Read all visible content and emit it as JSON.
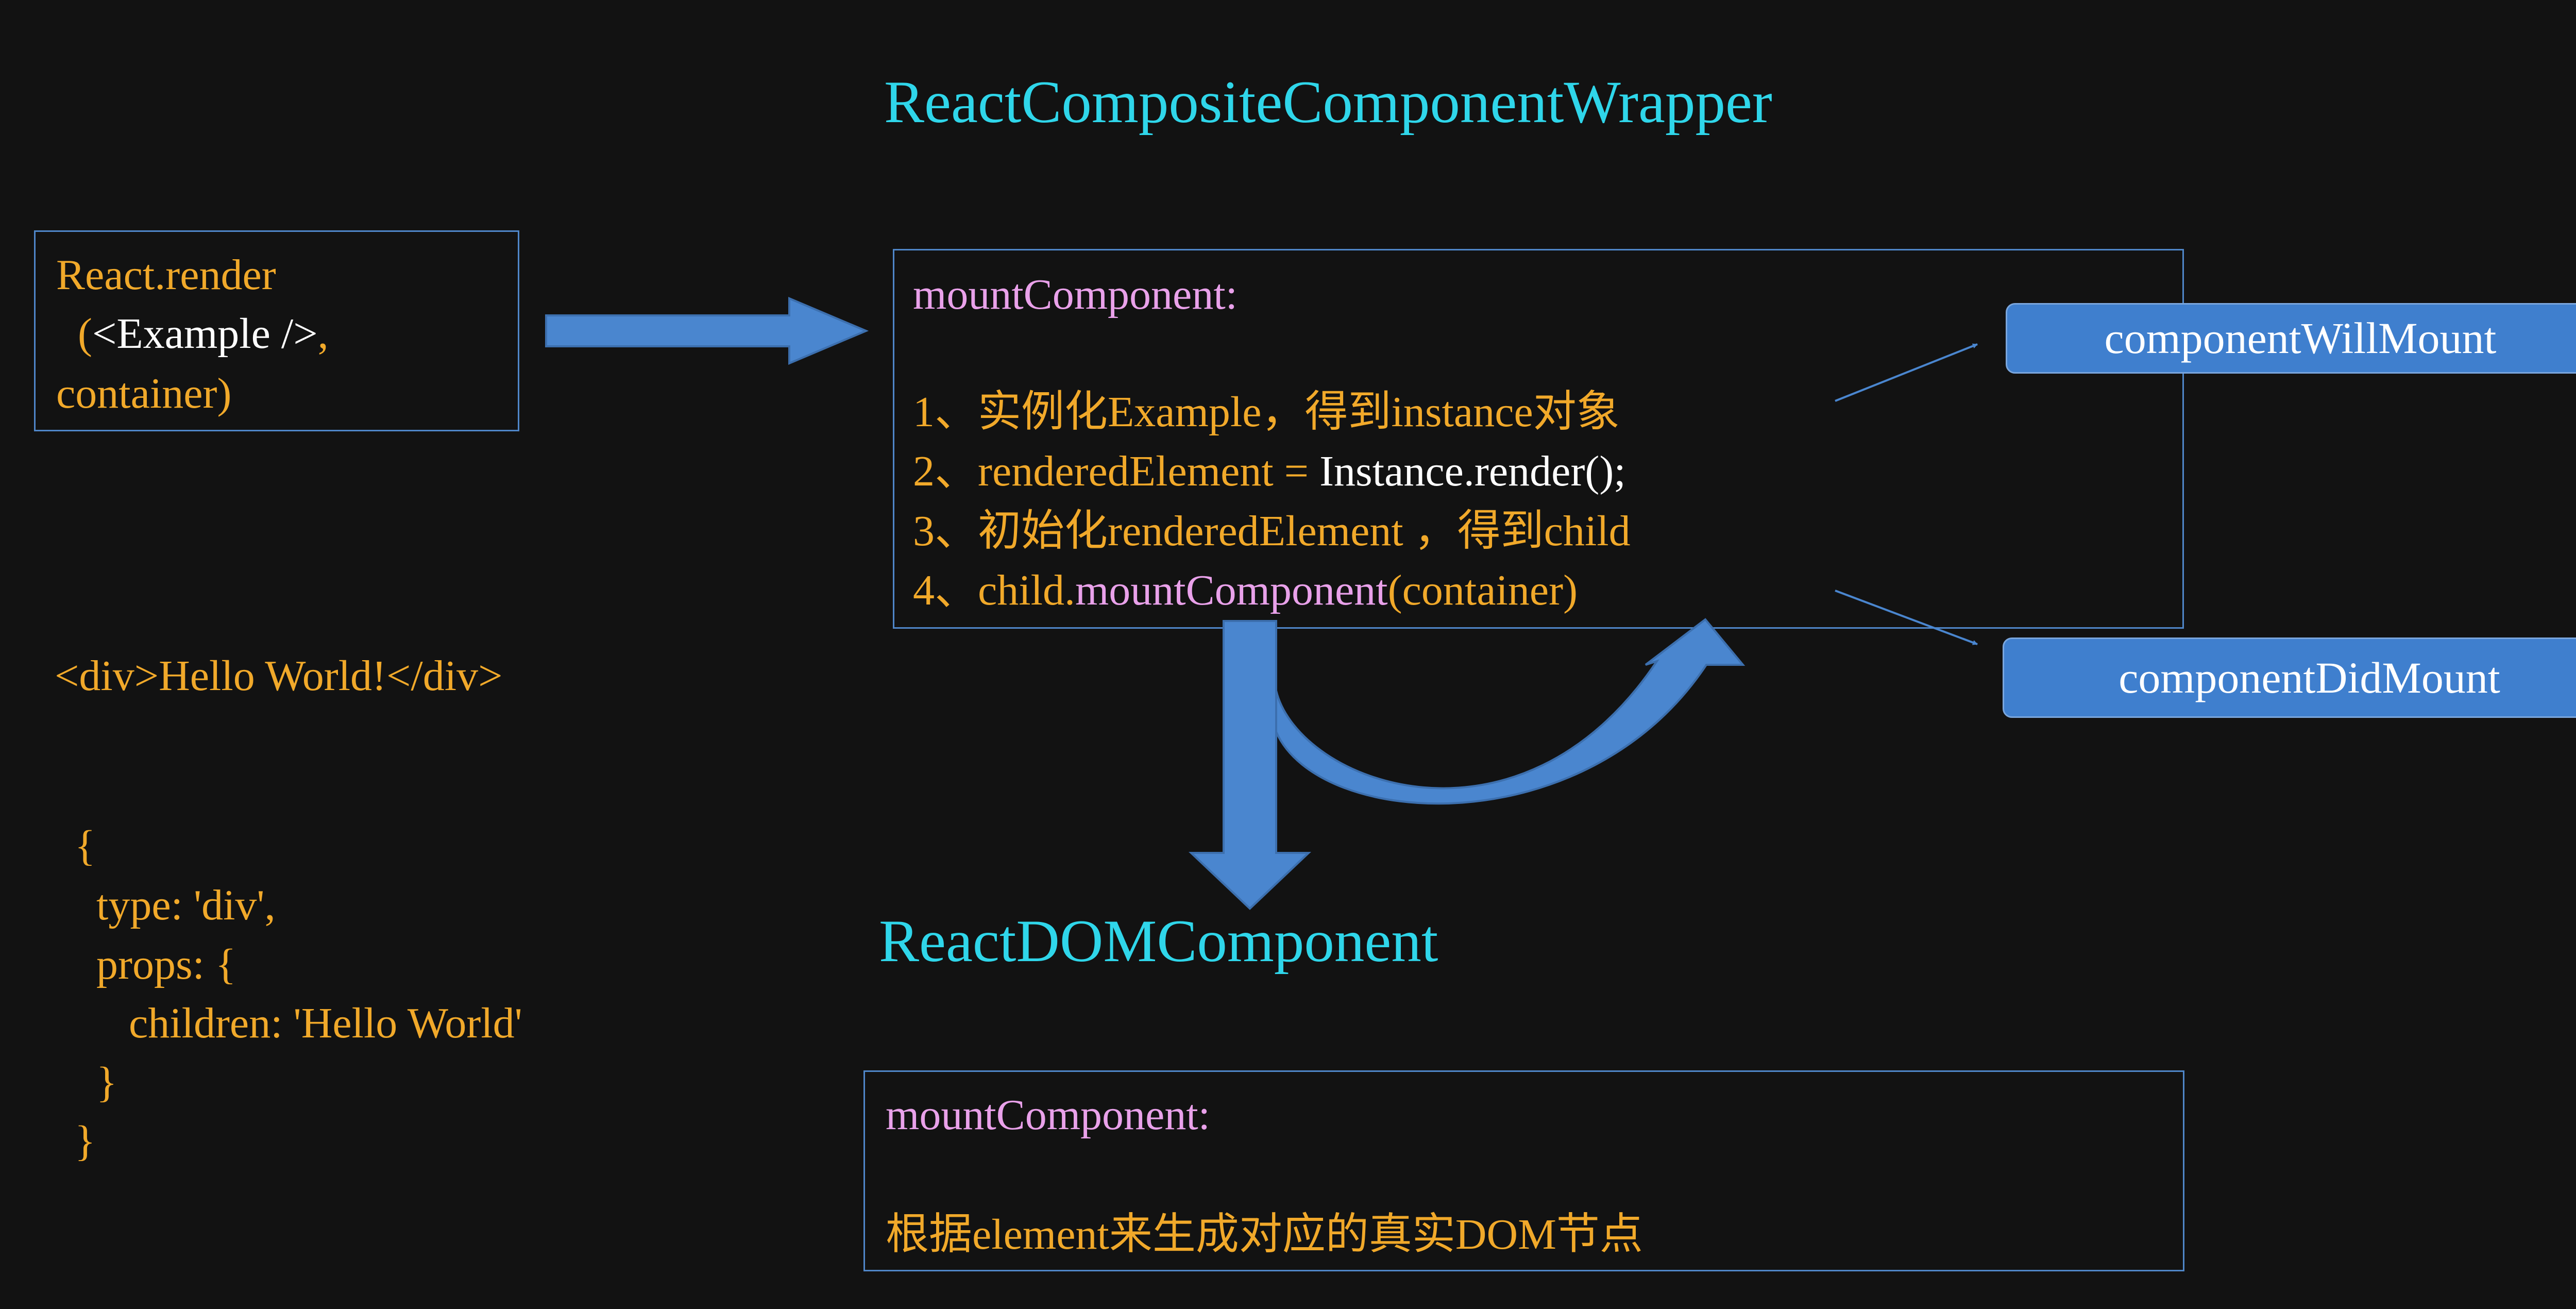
{
  "wrapper_title": "ReactCompositeComponentWrapper",
  "dom_title": "ReactDOMComponent",
  "render_box": {
    "line1": "React.render",
    "line2_open": "  (",
    "line2_tag": "<Example />",
    "line2_comma": ",",
    "line3": "container)"
  },
  "wrapper_box": {
    "heading": "mountComponent:",
    "step1": "1、实例化Example，得到instance对象",
    "step2_label": "2、renderedElement = ",
    "step2_code": "Instance.render();",
    "step3": "3、初始化renderedElement ，得到child",
    "step4_prefix": "4、child.",
    "step4_method": "mountComponent",
    "step4_suffix": "(container)"
  },
  "lifecycle": {
    "will_mount": "componentWillMount",
    "did_mount": "componentDidMount"
  },
  "hello_world": "<div>Hello World!</div>",
  "element_object": [
    "{",
    "  type: 'div',",
    "  props: {",
    "     children: 'Hello World'",
    "  }",
    "}"
  ],
  "dom_box": {
    "heading": "mountComponent:",
    "body": "根据element来生成对应的真实DOM节点"
  },
  "colors": {
    "background": "#121212",
    "title": "#2fd6ea",
    "text_orange": "#f1a92a",
    "text_pink": "#e9a1ea",
    "border_blue": "#4f86c8",
    "arrow_blue": "#4a86cf"
  }
}
